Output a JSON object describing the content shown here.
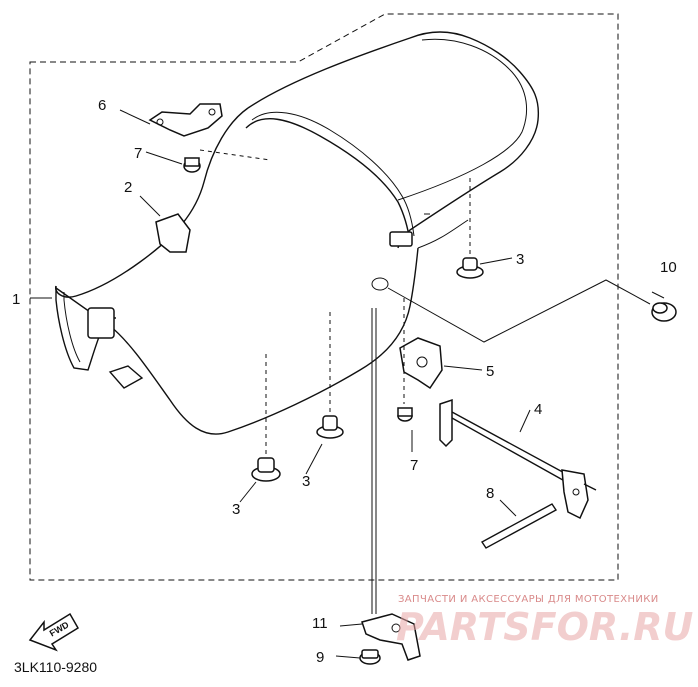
{
  "diagram_code": "3LK110-9280",
  "fwd_label": "FWD",
  "watermark": {
    "caption": "ЗАПЧАСТИ И АКСЕССУАРЫ ДЛЯ МОТОТЕХНИКИ",
    "site": "PARTSFOR.RU"
  },
  "callouts": {
    "c1": "1",
    "c2": "2",
    "c3a": "3",
    "c3b": "3",
    "c3c": "3",
    "c4": "4",
    "c5": "5",
    "c6": "6",
    "c7a": "7",
    "c7b": "7",
    "c8": "8",
    "c9": "9",
    "c10": "10",
    "c11": "11"
  }
}
